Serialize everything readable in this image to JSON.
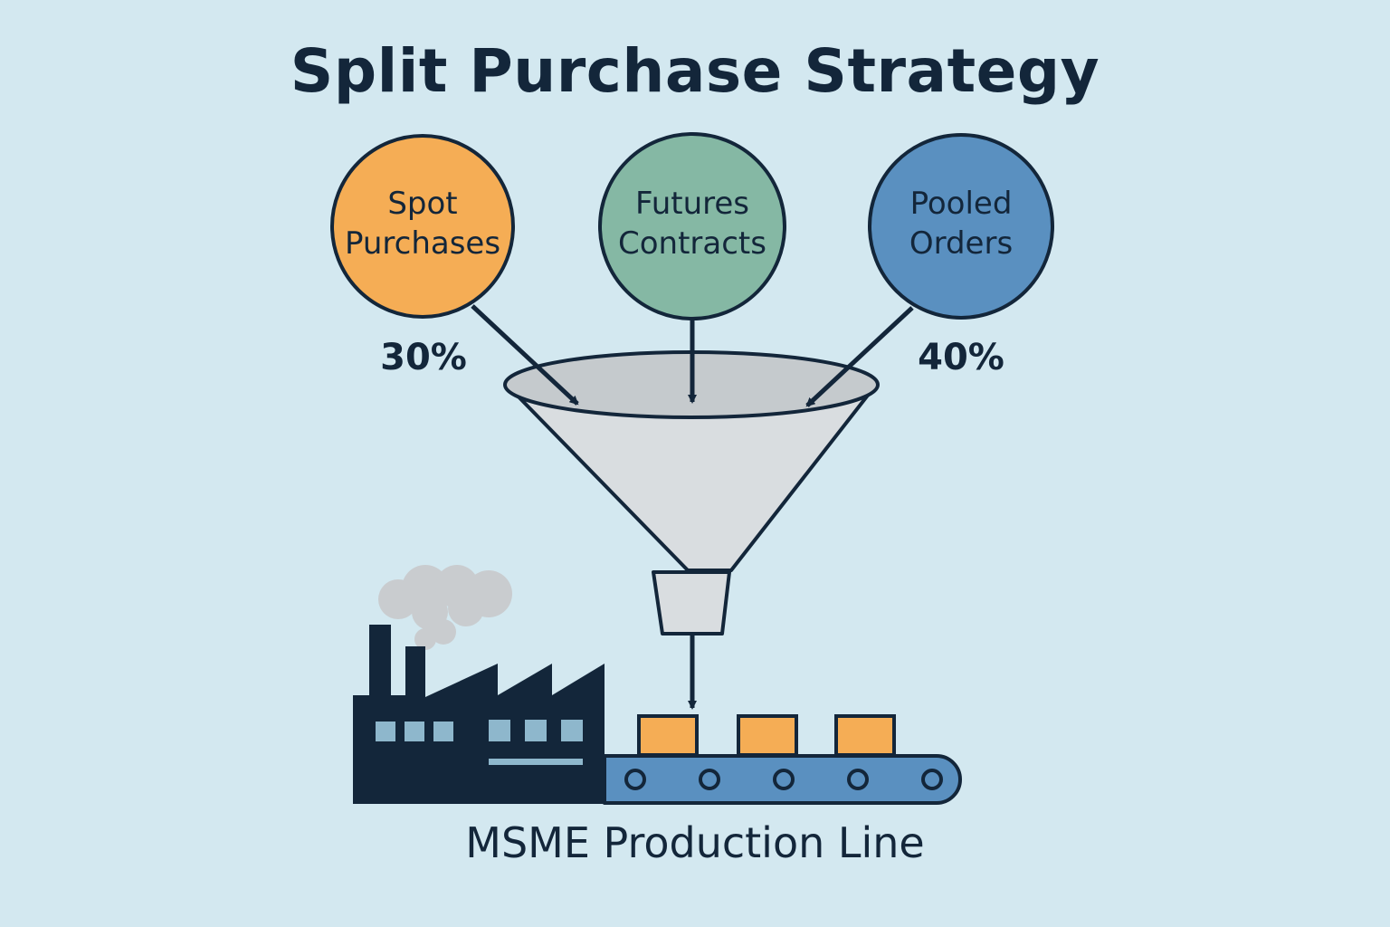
{
  "title": "Split Purchase Strategy",
  "sources": [
    {
      "line1": "Spot",
      "line2": "Purchases",
      "percent": "30%",
      "color": "#f5ad55"
    },
    {
      "line1": "Futures",
      "line2": "Contracts",
      "percent": "",
      "color": "#85b8a4"
    },
    {
      "line1": "Pooled",
      "line2": "Orders",
      "percent": "40%",
      "color": "#5a90c0"
    }
  ],
  "footer": "MSME Production Line",
  "colors": {
    "background": "#d3e8f0",
    "outline": "#13263a",
    "funnel": "#d9dde0",
    "factory": "#13263a",
    "conveyor": "#5a90c0",
    "box": "#f5ad55",
    "smoke": "#c9cccf"
  },
  "icons": [
    "funnel-icon",
    "factory-icon",
    "conveyor-belt-icon",
    "box-icon",
    "smoke-icon"
  ]
}
